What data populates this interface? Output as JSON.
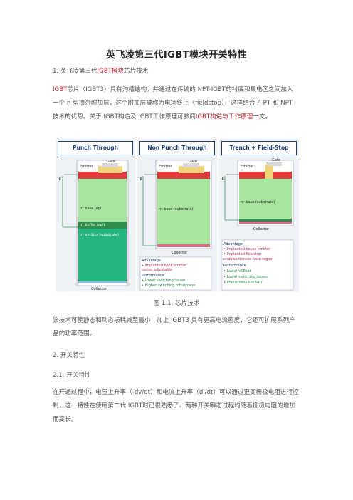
{
  "doc": {
    "title": "英飞凌第三代IGBT模块开关特性",
    "section1": {
      "prefix": "1. 英飞凌第三代",
      "link": "IGBT模块",
      "suffix": "芯片技术"
    },
    "intro": {
      "lead_link": "IGBT",
      "line1_rest": "芯片（IGBT3）具有沟槽结构，并通过在传统的 NPT-IGBT的衬底和集电区之间加入",
      "line2": "一个 n 型掺杂附加层，这个附加层被称为电场终止（fieldstop），这样结合了 PT 和 NPT",
      "line3_pre": "技术的优势。关于 IGBT构造及 IGBT工作原理可参阅",
      "line3_link": "IGBT构造与工作原理",
      "line3_post": "一文。"
    },
    "figure_caption": "图 1.1. 芯片技术",
    "para2_line1": "该技术可使静态和动态损耗减至最小，加上 IGBT3 具有更高电流密度，它还可扩展系列产",
    "para2_line2": "品的功率范围。",
    "section2": "2. 开关特性",
    "section21": "2.1. 开关特性",
    "para3_line1": "在开通过程中，电压上升率（-dv/dt）和电流上升率（di/dt）可以通过更变栅极电阻进行控",
    "para3_line2": "制，这一特性在使用第二代 IGBT时已很熟悉了。两种开关瞬态过程均随着栅极电阻的增加",
    "para3_line3": "而变长。"
  },
  "figure": {
    "panels": [
      {
        "title": "Punch Through",
        "emitter": "Emitter",
        "gate": "Gate",
        "field": "-E",
        "layers": [
          "n⁻ base (epi)",
          "n⁺ buffer (epi)",
          "p⁺ emitter (substrate)"
        ],
        "collector": "Collector",
        "advantage_title": "",
        "advantages": [],
        "performance_title": "",
        "performance": []
      },
      {
        "title": "Non Punch Through",
        "emitter": "Emitter",
        "gate": "Gate",
        "field": "-E",
        "layers": [
          "n⁻ base (substrate)"
        ],
        "collector": "Collector",
        "advantage_title": "Advantage",
        "advantages": [
          "• Implanted back emitter",
          "   better adjustable"
        ],
        "performance_title": "Performance",
        "performance": [
          "• Lower switching losses",
          "• Higher switching robustness"
        ]
      },
      {
        "title": "Trench + Field-Stop",
        "emitter": "Emitter",
        "gate": "Gate",
        "field": "-E",
        "layers": [
          "n⁻ base (substrate)"
        ],
        "collector": "Collector",
        "advantage_title": "Advantage",
        "advantages": [
          "• Implanted backs-emitter",
          "• Implanted fieldstop",
          "  enables thinner base region"
        ],
        "performance_title": "Performance",
        "performance": [
          "• Lower VCEsat",
          "• Lower switching losses",
          "• Robustness like NPT"
        ]
      }
    ]
  }
}
